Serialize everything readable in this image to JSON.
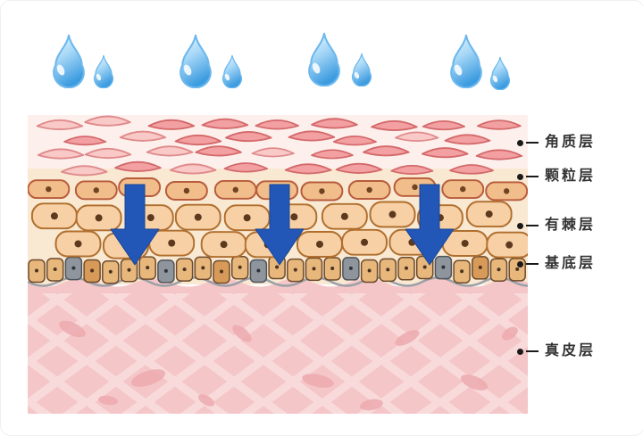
{
  "layers": [
    {
      "label": "角质层"
    },
    {
      "label": "颗粒层"
    },
    {
      "label": "有棘层"
    },
    {
      "label": "基底层"
    },
    {
      "label": "真皮层"
    }
  ],
  "icons": {
    "water_drop": "water-drop-icon",
    "down_arrow": "down-arrow-icon"
  },
  "colors": {
    "droplet_blue": "#3D9CE0",
    "droplet_outline": "#6CB8EE",
    "arrow_blue": "#2257B8",
    "arrow_edge": "#1A4694",
    "corneum_pink": "#F2A0A2",
    "corneum_outline": "#D4696B",
    "granular_cell": "#F1BD8A",
    "spinous_cell": "#F7D0A6",
    "cell_outline": "#B06F2E",
    "basal_tan": "#E7B77C",
    "basal_gray": "#8E959C",
    "basal_orange": "#D89A58",
    "dermis_pink": "#F4C6C8",
    "dermis_hatch": "#F8DADB",
    "label_text": "#333333"
  }
}
